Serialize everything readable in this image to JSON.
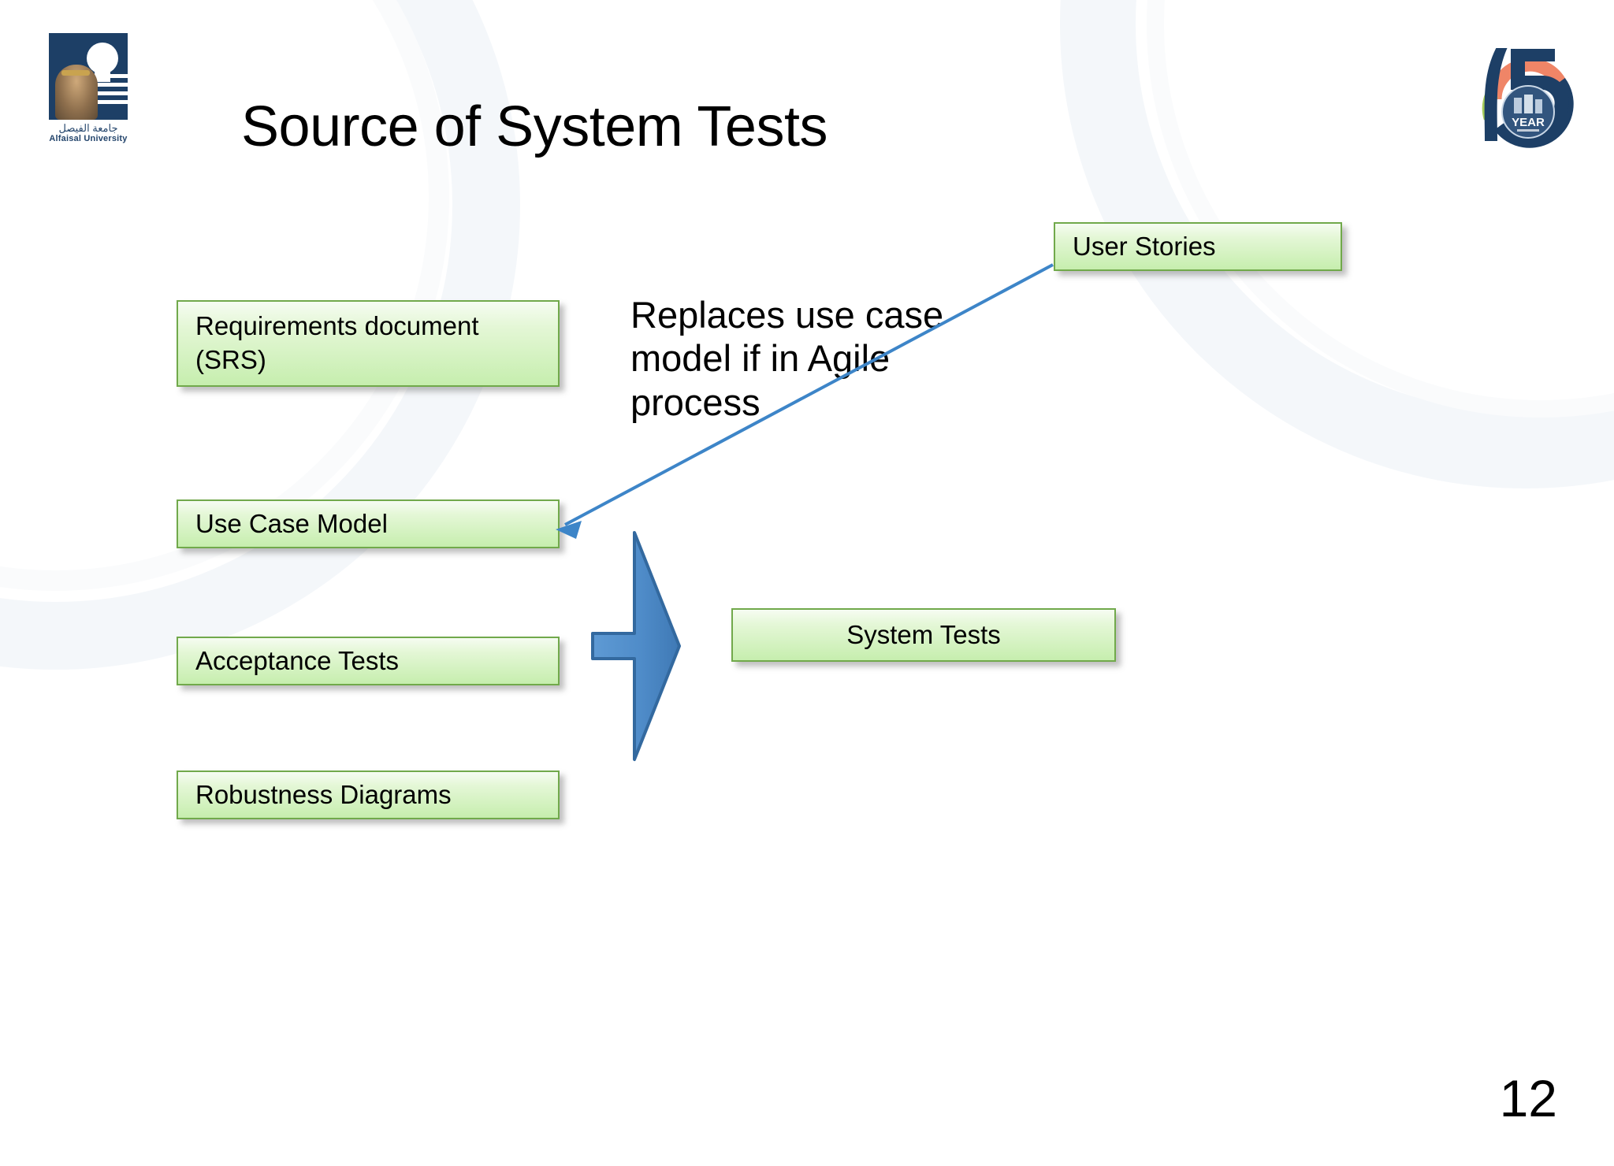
{
  "slide": {
    "title": "Source of System Tests",
    "page_number": "12",
    "background_color": "#ffffff"
  },
  "logos": {
    "university": {
      "name": "alfaisal-university-logo",
      "arabic_text": "جامعة الفيصل",
      "english_text": "Alfaisal University",
      "mark_color": "#1d3f66"
    },
    "anniversary": {
      "name": "fifteen-year-anniversary-logo",
      "numeral": "15",
      "caption": "YEAR",
      "colors": {
        "navy": "#1d3f66",
        "coral": "#ef8567",
        "green": "#a5cd5a"
      }
    }
  },
  "diagram": {
    "box_style": {
      "fill_top": "#f6fcf2",
      "fill_bottom": "#c6eeae",
      "border": "#71a94b",
      "text_color": "#000000"
    },
    "arrow_color": "#3d85c8",
    "block_arrow_color": "#4f8cc9",
    "sources": [
      {
        "id": "requirements-document",
        "label": "Requirements document\n(SRS)",
        "align": "left"
      },
      {
        "id": "use-case-model",
        "label": "Use Case Model",
        "align": "left"
      },
      {
        "id": "acceptance-tests",
        "label": "Acceptance Tests",
        "align": "left"
      },
      {
        "id": "robustness-diagrams",
        "label": "Robustness Diagrams",
        "align": "left"
      }
    ],
    "user_stories": {
      "id": "user-stories",
      "label": "User Stories",
      "align": "left"
    },
    "output": {
      "id": "system-tests",
      "label": "System Tests",
      "align": "center"
    },
    "annotation": {
      "id": "replaces-use-case-note",
      "text": "Replaces use case model if in Agile process"
    },
    "connector": {
      "id": "user-stories-to-use-case-model",
      "from": "user-stories",
      "to": "use-case-model",
      "style": "thin-arrow",
      "color": "#3d85c8"
    },
    "block_arrow": {
      "id": "sources-to-system-tests",
      "direction": "right",
      "color": "#4f8cc9"
    }
  }
}
